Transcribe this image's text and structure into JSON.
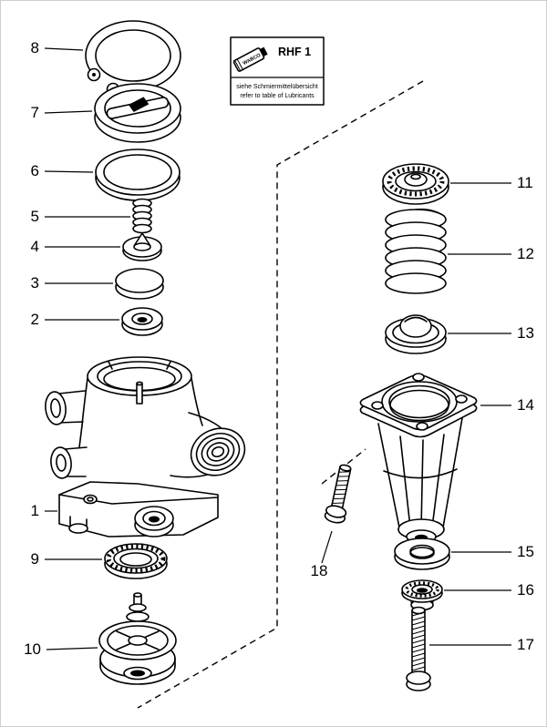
{
  "legend": {
    "code": "RHF 1",
    "tube_label": "WABCO",
    "note_de": "siehe Schmiermittelübersicht",
    "note_en": "refer to table of Lubricants"
  },
  "icons": {
    "lubricant_tube": "grease-tube-icon"
  },
  "labels": [
    "1",
    "2",
    "3",
    "4",
    "5",
    "6",
    "7",
    "8",
    "9",
    "10",
    "11",
    "12",
    "13",
    "14",
    "15",
    "16",
    "17",
    "18"
  ]
}
